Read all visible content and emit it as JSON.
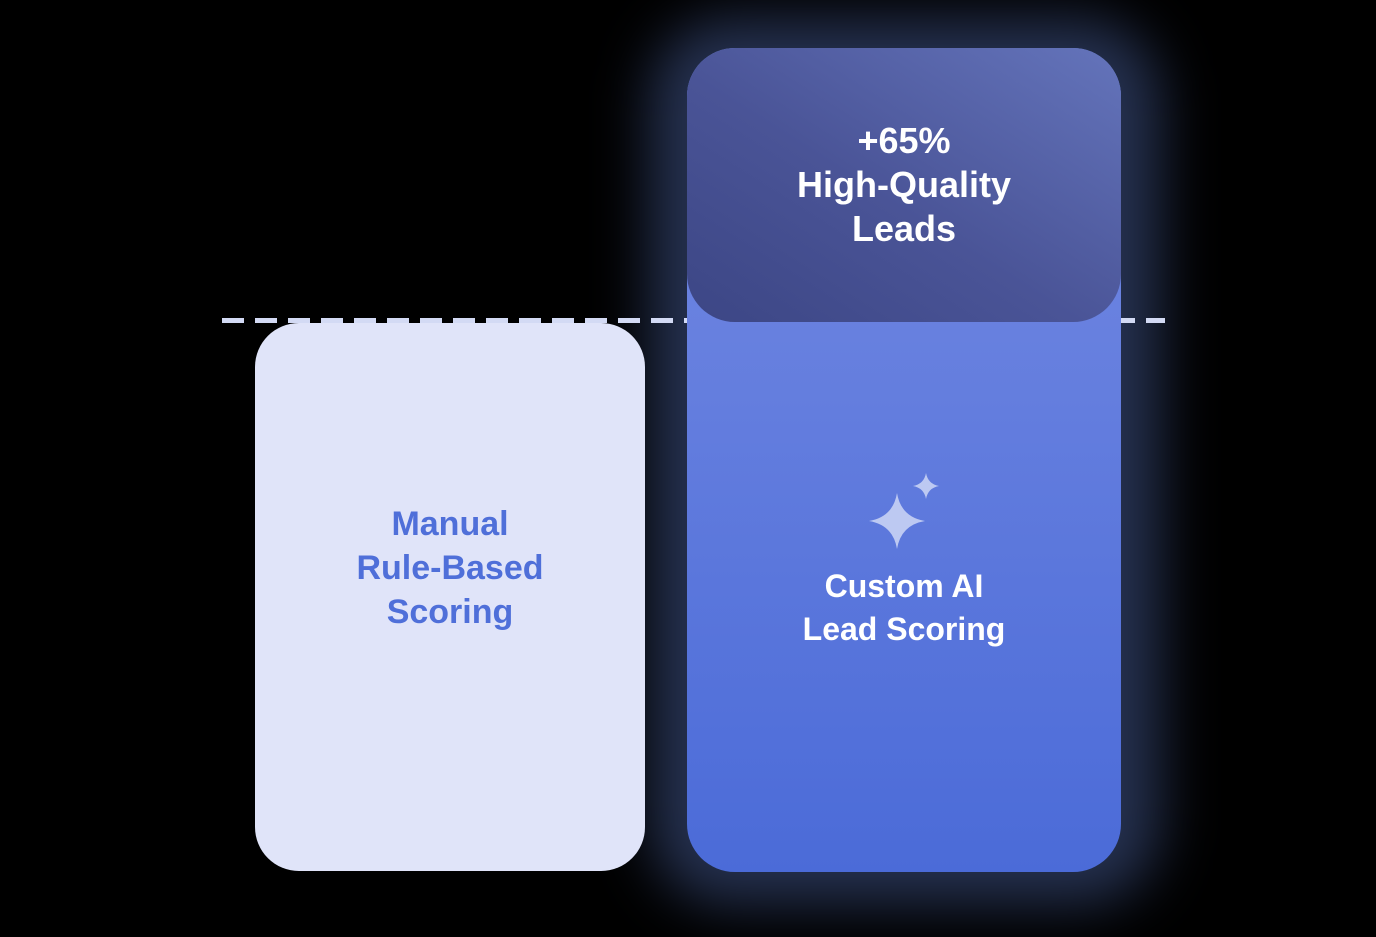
{
  "chart_data": {
    "type": "bar",
    "title": "",
    "categories": [
      "Manual Rule-Based Scoring",
      "Custom AI Lead Scoring"
    ],
    "series": [
      {
        "name": "High-Quality Leads (relative)",
        "values": [
          100,
          165
        ]
      }
    ],
    "annotations": [
      {
        "target": "Custom AI Lead Scoring",
        "label": "+65% High-Quality Leads"
      }
    ],
    "baseline": {
      "value": 100,
      "style": "dashed",
      "note": "level of top of manual bar"
    },
    "xlabel": "",
    "ylabel": "",
    "grid": false,
    "legend_position": "none"
  },
  "canvas": {
    "background": "#000000"
  },
  "baseline_line": {
    "color": "#d3daf4",
    "style": "dashed"
  },
  "left_card": {
    "lines": [
      "Manual",
      "Rule-Based",
      "Scoring"
    ],
    "background": "#e0e4f9",
    "text_color": "#4f6fd9"
  },
  "right_card": {
    "badge_lines": [
      "+65%",
      "High-Quality",
      "Leads"
    ],
    "badge_gradient": [
      "#3c4685",
      "#6474bb"
    ],
    "body_lines": [
      "Custom AI",
      "Lead Scoring"
    ],
    "body_gradient": [
      "#7389e4",
      "#4b6bd8"
    ],
    "text_color": "#ffffff",
    "icon": "sparkles-icon",
    "icon_color": "#bdc9f2",
    "glow_color": "rgba(62,82,134,0.6)"
  }
}
